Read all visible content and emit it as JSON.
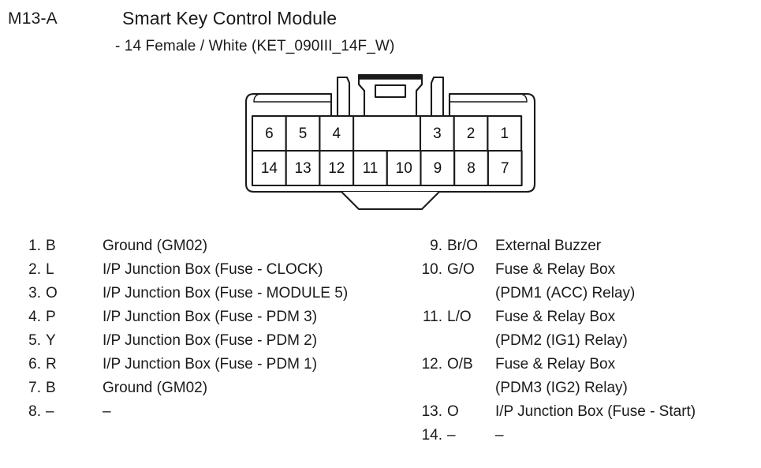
{
  "header": {
    "connector_id": "M13-A",
    "module_title": "Smart Key Control Module",
    "subtitle": "- 14 Female / White (KET_090III_14F_W)"
  },
  "connector": {
    "name": "14-pin-female-connector",
    "top_row_left": [
      "6",
      "5",
      "4"
    ],
    "top_row_right": [
      "3",
      "2",
      "1"
    ],
    "bottom_row": [
      "14",
      "13",
      "12",
      "11",
      "10",
      "9",
      "8",
      "7"
    ],
    "stroke_color": "#1a1a1a",
    "fill_color": "#ffffff"
  },
  "pin_list_left": [
    {
      "index": "1.",
      "color": "B",
      "desc": "Ground (GM02)"
    },
    {
      "index": "2.",
      "color": "L",
      "desc": "I/P Junction Box (Fuse - CLOCK)"
    },
    {
      "index": "3.",
      "color": "O",
      "desc": "I/P Junction Box (Fuse - MODULE 5)"
    },
    {
      "index": "4.",
      "color": "P",
      "desc": "I/P Junction Box (Fuse - PDM 3)"
    },
    {
      "index": "5.",
      "color": "Y",
      "desc": "I/P Junction Box (Fuse - PDM 2)"
    },
    {
      "index": "6.",
      "color": "R",
      "desc": "I/P Junction Box (Fuse - PDM 1)"
    },
    {
      "index": "7.",
      "color": "B",
      "desc": "Ground (GM02)"
    },
    {
      "index": "8.",
      "color": "–",
      "desc": "–"
    }
  ],
  "pin_list_right": [
    {
      "index": "9.",
      "color": "Br/O",
      "desc": "External Buzzer"
    },
    {
      "index": "10.",
      "color": "G/O",
      "desc": "Fuse & Relay Box"
    },
    {
      "index": "",
      "color": "",
      "desc": "(PDM1 (ACC) Relay)"
    },
    {
      "index": "11.",
      "color": "L/O",
      "desc": "Fuse & Relay Box"
    },
    {
      "index": "",
      "color": "",
      "desc": "(PDM2 (IG1) Relay)"
    },
    {
      "index": "12.",
      "color": "O/B",
      "desc": "Fuse & Relay Box"
    },
    {
      "index": "",
      "color": "",
      "desc": "(PDM3 (IG2) Relay)"
    },
    {
      "index": "13.",
      "color": "O",
      "desc": "I/P Junction Box (Fuse - Start)"
    },
    {
      "index": "14.",
      "color": "–",
      "desc": "–"
    }
  ]
}
